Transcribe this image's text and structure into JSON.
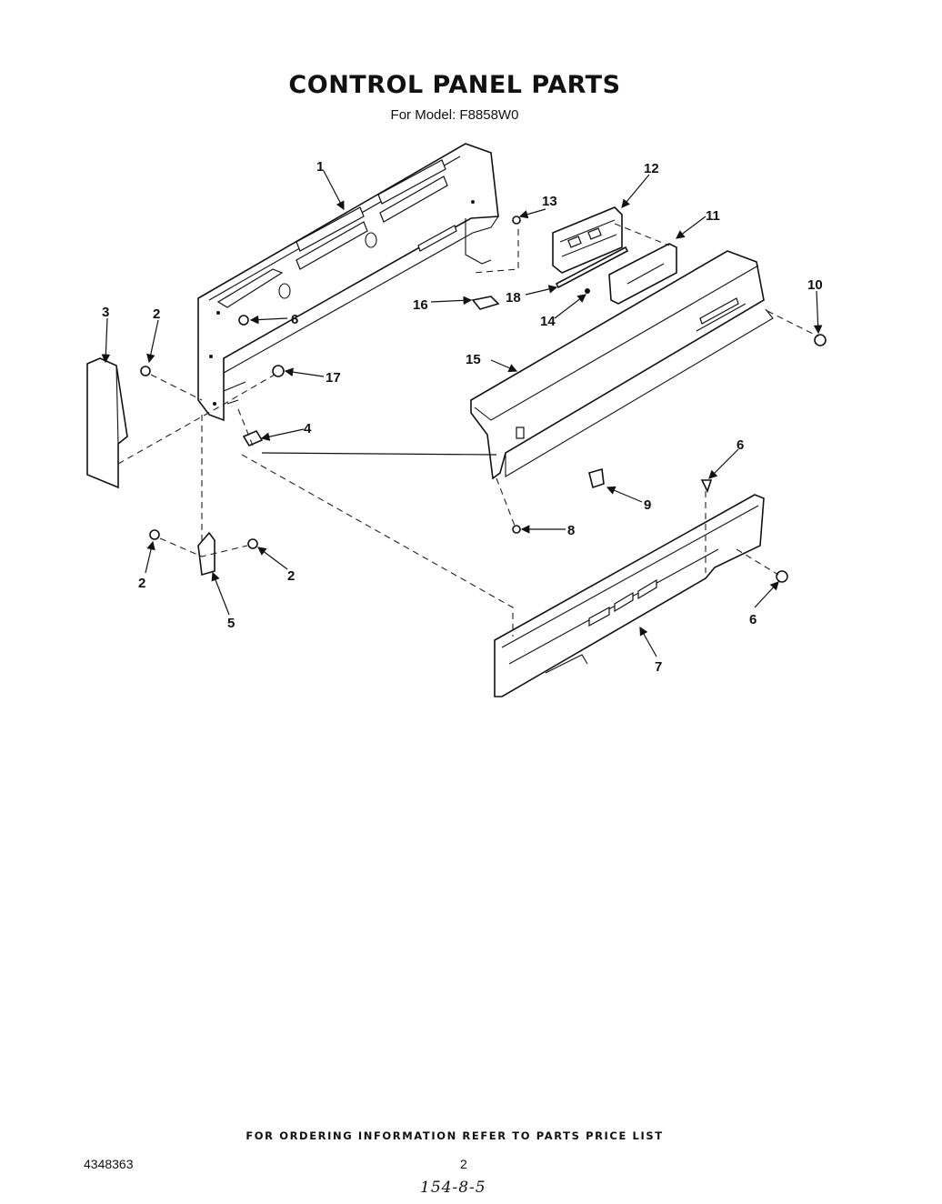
{
  "header": {
    "title": "CONTROL PANEL PARTS",
    "subtitle": "For Model: F8858W0"
  },
  "diagram": {
    "callouts": [
      "1",
      "2",
      "2",
      "2",
      "3",
      "4",
      "5",
      "6",
      "6",
      "6",
      "7",
      "8",
      "9",
      "10",
      "11",
      "12",
      "13",
      "14",
      "15",
      "16",
      "17",
      "18"
    ]
  },
  "footer": {
    "ordering_note": "FOR ORDERING INFORMATION REFER TO PARTS PRICE LIST",
    "document_number": "4348363",
    "page_number": "2",
    "handwritten_note": "154-8-5"
  }
}
